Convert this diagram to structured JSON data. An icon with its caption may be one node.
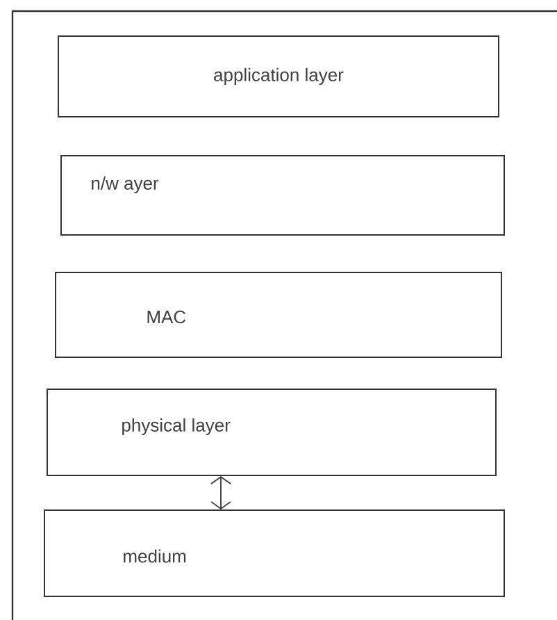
{
  "diagram": {
    "nodes": [
      {
        "text": [
          "application layer"
        ]
      },
      {
        "text": [
          "n/w ayer"
        ]
      },
      {
        "text": [
          "MAC"
        ]
      },
      {
        "text": [
          "physical layer"
        ]
      },
      {
        "text": [
          "medium"
        ]
      }
    ],
    "edges": [
      {
        "from": 3,
        "to": 4,
        "arrow": "both"
      }
    ]
  }
}
